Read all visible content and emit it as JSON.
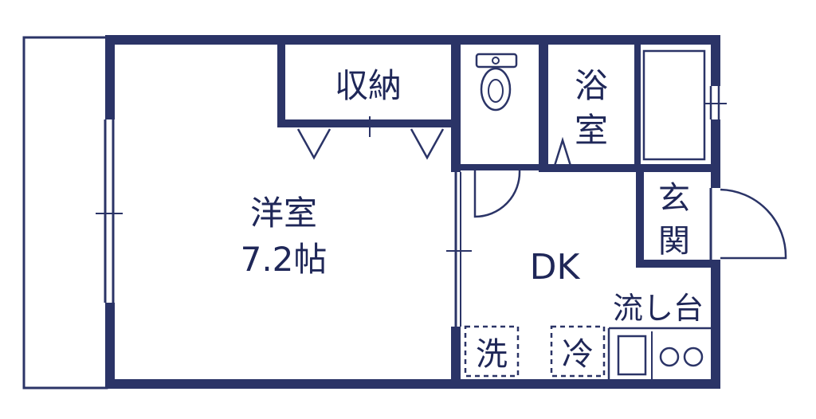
{
  "colors": {
    "wall": "#2b3467",
    "text": "#1f2758",
    "background": "#ffffff"
  },
  "rooms": {
    "western_room_name": "洋室",
    "western_room_size": "7.2帖",
    "storage": "収納",
    "bath_line1": "浴",
    "bath_line2": "室",
    "dk": "DK",
    "entrance_line1": "玄",
    "entrance_line2": "関",
    "sink": "流し台",
    "washer": "洗",
    "fridge": "冷"
  }
}
